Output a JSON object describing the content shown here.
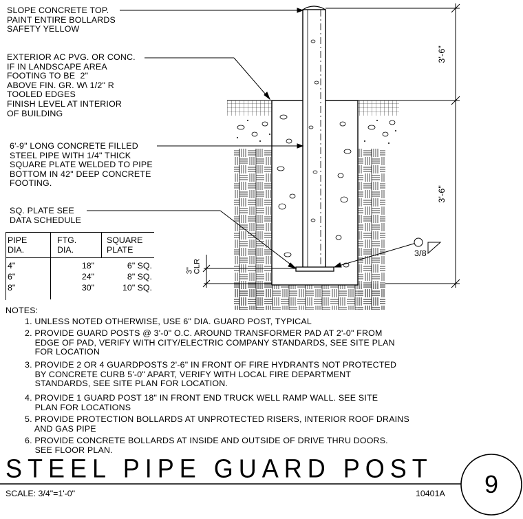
{
  "labels": {
    "slope": "SLOPE CONCRETE TOP.\nPAINT ENTIRE BOLLARDS\nSAFETY YELLOW",
    "exterior": "EXTERIOR AC PVG. OR CONC.\nIF IN LANDSCAPE AREA\nFOOTING TO BE  2\"\nABOVE FIN. GR. W\\ 1/2\" R\nTOOLED EDGES\nFINISH LEVEL AT INTERIOR\nOF BUILDING",
    "pipe": "6'-9\" LONG CONCRETE FILLED\nSTEEL PIPE WITH 1/4\" THICK\nSQUARE PLATE WELDED TO PIPE\nBOTTOM IN 42\" DEEP CONCRETE\nFOOTING.",
    "plate": "SQ. PLATE SEE\nDATA SCHEDULE",
    "dim_top": "3'-6\"",
    "dim_bottom": "3'-6\"",
    "clr": "3\"\nCLR",
    "weld": "3/8"
  },
  "schedule": {
    "headers": [
      "PIPE\nDIA.",
      "FTG.\nDIA.",
      "SQUARE\nPLATE"
    ],
    "rows": [
      [
        "4\"",
        "18\"",
        "6\" SQ."
      ],
      [
        "6\"",
        "24\"",
        "8\" SQ."
      ],
      [
        "8\"",
        "30\"",
        "10\" SQ."
      ]
    ]
  },
  "notes": {
    "heading": "NOTES:",
    "items": [
      "1. UNLESS NOTED OTHERWISE, USE 6\" DIA. GUARD POST, TYPICAL",
      "2. PROVIDE GUARD POSTS @ 3'-0\" O.C. AROUND TRANSFORMER PAD AT 2'-0\" FROM\n    EDGE OF PAD, VERIFY WITH CITY/ELECTRIC COMPANY STANDARDS, SEE SITE PLAN\n    FOR LOCATION",
      "3. PROVIDE 2 OR 4 GUARDPOSTS 2'-6\" IN FRONT OF FIRE HYDRANTS NOT PROTECTED\n    BY CONCRETE CURB 5'-0\" APART, VERIFY WITH LOCAL FIRE DEPARTMENT\n    STANDARDS, SEE SITE PLAN FOR LOCATION.",
      "4. PROVIDE 1 GUARD POST 18\" IN FRONT END TRUCK WELL RAMP WALL. SEE SITE\n    PLAN FOR LOCATIONS",
      "5. PROVIDE PROTECTION BOLLARDS AT UNPROTECTED RISERS, INTERIOR ROOF DRAINS\n    AND GAS PIPE",
      "6. PROVIDE CONCRETE BOLLARDS AT INSIDE AND OUTSIDE OF DRIVE THRU DOORS.\n    SEE FLOOR PLAN."
    ]
  },
  "title": "STEEL PIPE GUARD POST",
  "scale": "SCALE: 3/4\"=1'-0\"",
  "code": "10401A",
  "detail_number": "9"
}
